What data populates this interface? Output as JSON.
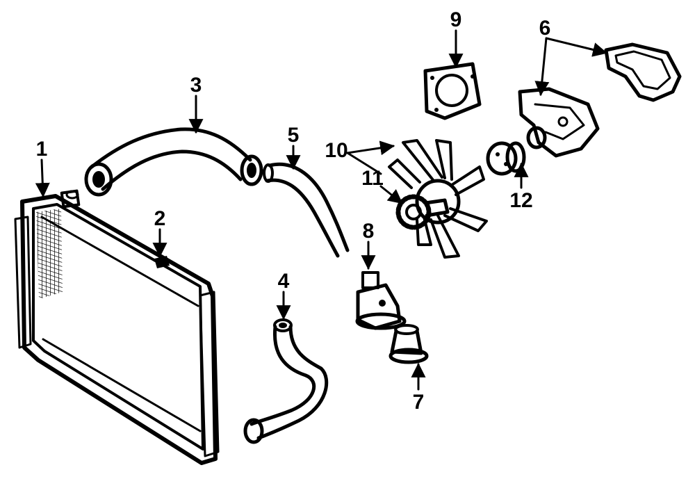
{
  "callouts": [
    {
      "id": "1",
      "text": "1",
      "part": "radiator"
    },
    {
      "id": "2",
      "text": "2",
      "part": "radiator-cap"
    },
    {
      "id": "3",
      "text": "3",
      "part": "upper-radiator-hose"
    },
    {
      "id": "4",
      "text": "4",
      "part": "lower-radiator-hose"
    },
    {
      "id": "5",
      "text": "5",
      "part": "bypass-hose"
    },
    {
      "id": "6",
      "text": "6",
      "part": "water-pump-gasket"
    },
    {
      "id": "7",
      "text": "7",
      "part": "thermostat"
    },
    {
      "id": "8",
      "text": "8",
      "part": "thermostat-housing"
    },
    {
      "id": "9",
      "text": "9",
      "part": "gasket"
    },
    {
      "id": "10",
      "text": "10",
      "part": "fan-blade"
    },
    {
      "id": "11",
      "text": "11",
      "part": "fan-clutch"
    },
    {
      "id": "12",
      "text": "12",
      "part": "pulley"
    }
  ],
  "colors": {
    "ink": "#000000",
    "background": "#ffffff"
  }
}
